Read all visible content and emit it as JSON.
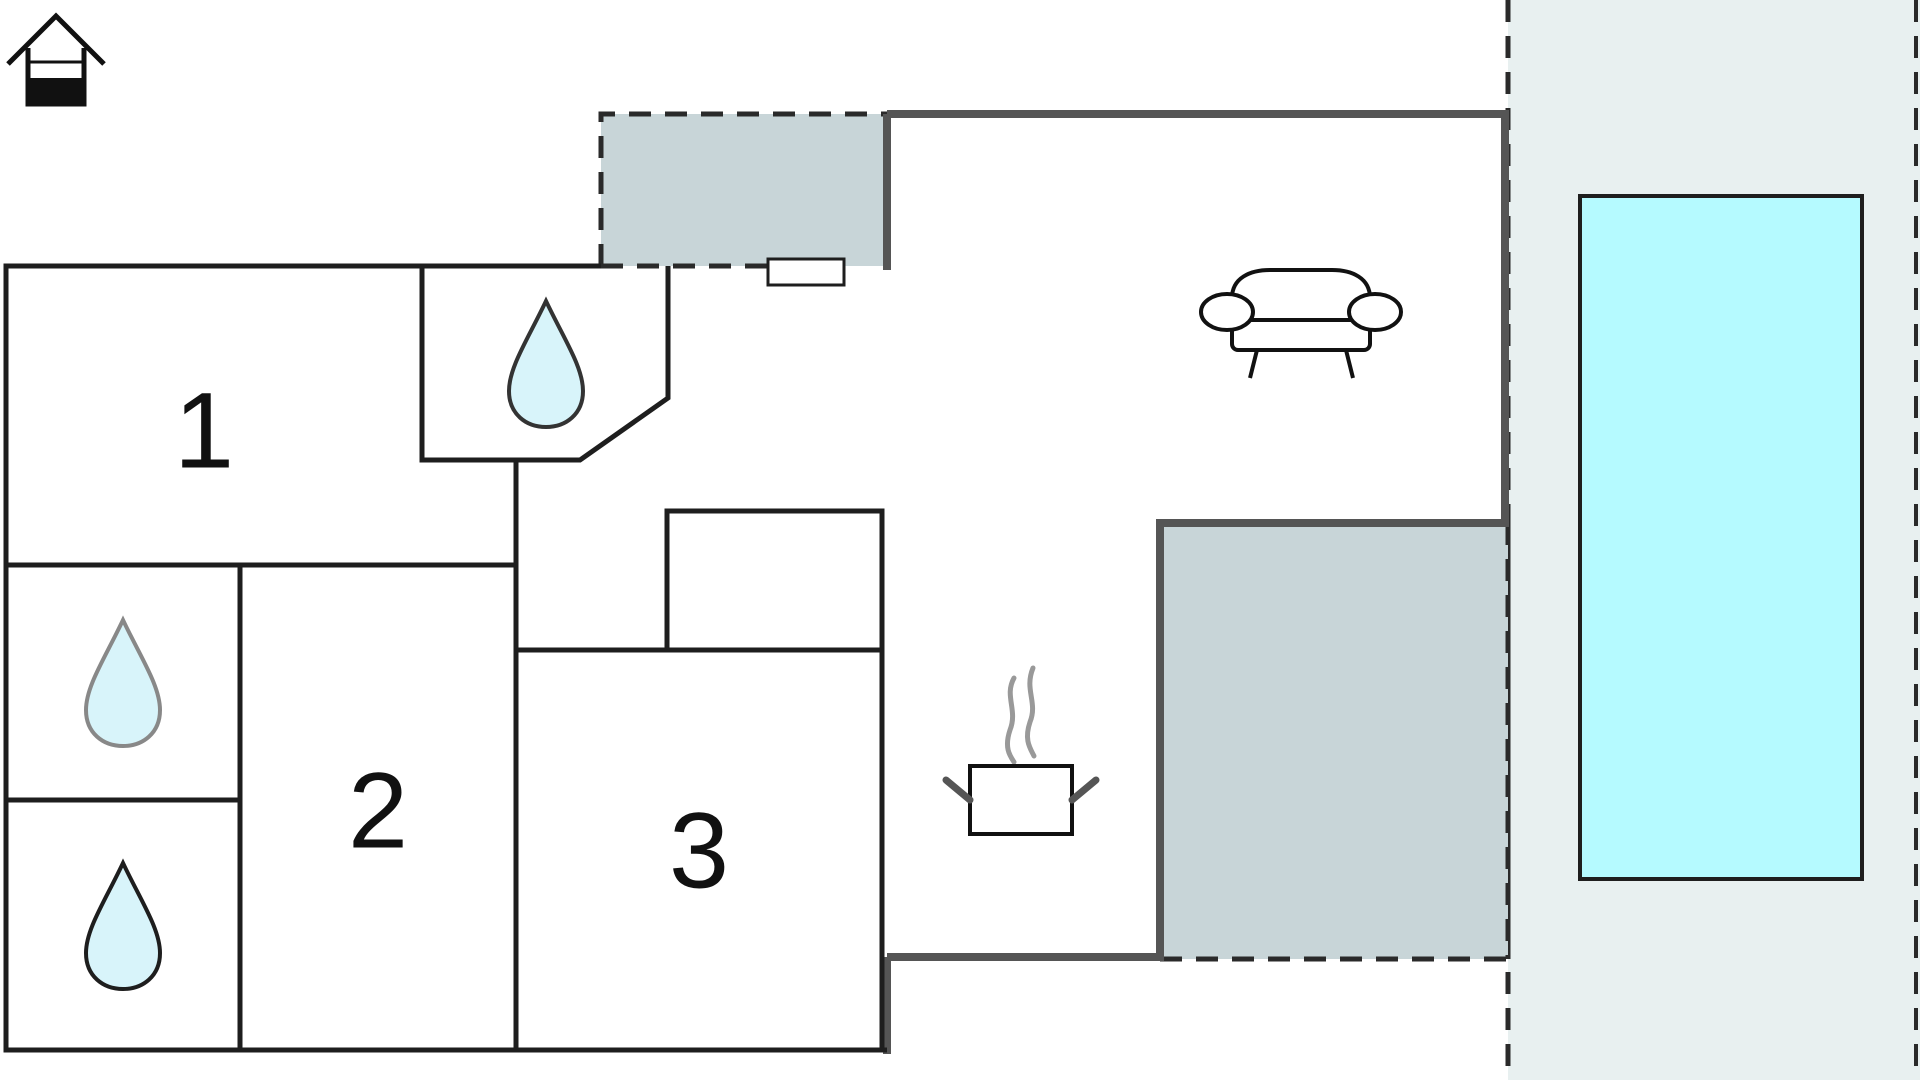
{
  "colors": {
    "background": "#ffffff",
    "outdoor_area": "#e8f0f0",
    "pool": "#b5faff",
    "covered_terrace": "#c8d5d8",
    "water_drop": "#d8f4fa",
    "wall": "#1e1e1e",
    "terrace_wall": "#555555"
  },
  "icons": {
    "home": "home-icon",
    "bathroom": "water-drop-icon",
    "living": "sofa-icon",
    "kitchen": "cooking-pot-icon"
  },
  "rooms": {
    "bedroom_1": {
      "number": "1"
    },
    "bedroom_2": {
      "number": "2"
    },
    "bedroom_3": {
      "number": "3"
    }
  }
}
